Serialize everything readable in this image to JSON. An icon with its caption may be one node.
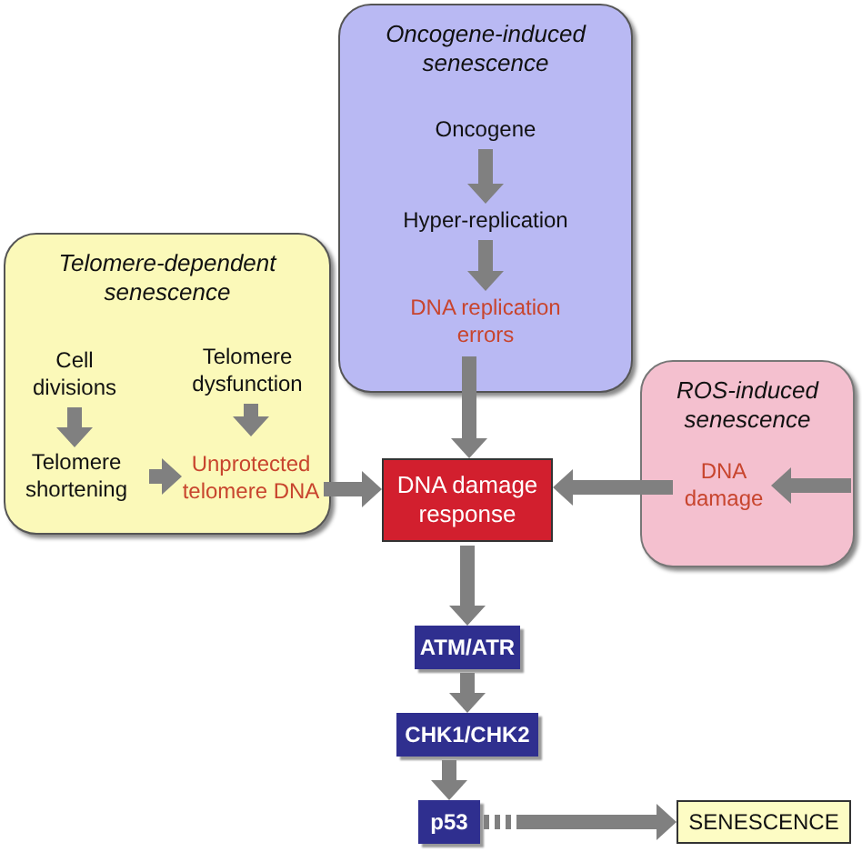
{
  "diagram": {
    "nodes": [
      {
        "text": [
          "Telomere-dependent senescence"
        ]
      },
      {
        "text": [
          "Cell divisions"
        ],
        "in": 0
      },
      {
        "text": [
          "Telomere dysfunction"
        ],
        "in": 0
      },
      {
        "text": [
          "Telomere shortening"
        ],
        "in": 0
      },
      {
        "text": [
          "Unprotected telomere DNA"
        ],
        "in": 0
      },
      {
        "text": [
          "Oncogene-induced senescence"
        ]
      },
      {
        "text": [
          "Oncogene"
        ],
        "in": 5
      },
      {
        "text": [
          "Hyper-replication"
        ],
        "in": 5
      },
      {
        "text": [
          "DNA replication errors"
        ],
        "in": 5
      },
      {
        "text": [
          "ROS-induced senescence"
        ]
      },
      {
        "text": [
          "DNA damage"
        ],
        "in": 9
      },
      {
        "text": [
          "DNA damage response"
        ]
      },
      {
        "text": [
          "ATM/ATR"
        ]
      },
      {
        "text": [
          "CHK1/CHK2"
        ]
      },
      {
        "text": [
          "p53"
        ]
      },
      {
        "text": [
          "SENESCENCE"
        ]
      }
    ],
    "edges": [
      {
        "from": 1,
        "to": 3,
        "arrow": "to"
      },
      {
        "from": 3,
        "to": 4,
        "arrow": "to"
      },
      {
        "from": 2,
        "to": 4,
        "arrow": "to"
      },
      {
        "from": 4,
        "to": 11,
        "arrow": "to"
      },
      {
        "from": 6,
        "to": 7,
        "arrow": "to"
      },
      {
        "from": 7,
        "to": 8,
        "arrow": "to"
      },
      {
        "from": 8,
        "to": 11,
        "arrow": "to"
      },
      {
        "from": null,
        "to": 10,
        "arrow": "to"
      },
      {
        "from": 10,
        "to": 11,
        "arrow": "to"
      },
      {
        "from": 11,
        "to": 12,
        "arrow": "to"
      },
      {
        "from": 12,
        "to": 13,
        "arrow": "to"
      },
      {
        "from": 13,
        "to": 14,
        "arrow": "to"
      },
      {
        "from": 14,
        "to": 15,
        "arrow": "to",
        "style": "dashed"
      }
    ]
  }
}
